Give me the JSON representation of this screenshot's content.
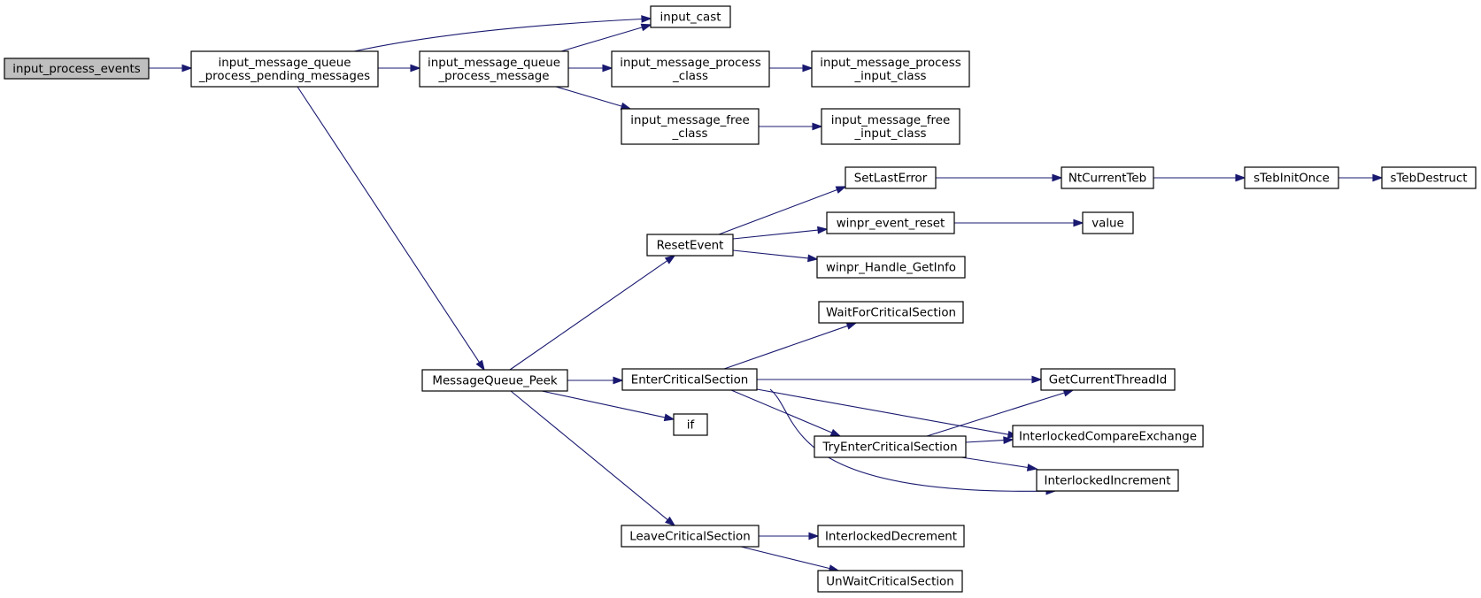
{
  "colors": {
    "edge": "#191970",
    "root_fill": "#bfbfbf",
    "node_fill": "#ffffff",
    "border": "#000000"
  },
  "nodes": [
    {
      "id": "input_process_events",
      "lines": [
        "input_process_events"
      ],
      "root": true
    },
    {
      "id": "input_message_queue_process_pending_messages",
      "lines": [
        "input_message_queue",
        "_process_pending_messages"
      ]
    },
    {
      "id": "input_cast",
      "lines": [
        "input_cast"
      ]
    },
    {
      "id": "input_message_queue_process_message",
      "lines": [
        "input_message_queue",
        "_process_message"
      ]
    },
    {
      "id": "MessageQueue_Peek",
      "lines": [
        "MessageQueue_Peek"
      ]
    },
    {
      "id": "input_message_process_class",
      "lines": [
        "input_message_process",
        "_class"
      ]
    },
    {
      "id": "input_message_free_class",
      "lines": [
        "input_message_free",
        "_class"
      ]
    },
    {
      "id": "input_message_process_input_class",
      "lines": [
        "input_message_process",
        "_input_class"
      ]
    },
    {
      "id": "input_message_free_input_class",
      "lines": [
        "input_message_free",
        "_input_class"
      ]
    },
    {
      "id": "ResetEvent",
      "lines": [
        "ResetEvent"
      ]
    },
    {
      "id": "EnterCriticalSection",
      "lines": [
        "EnterCriticalSection"
      ]
    },
    {
      "id": "if",
      "lines": [
        "if"
      ]
    },
    {
      "id": "LeaveCriticalSection",
      "lines": [
        "LeaveCriticalSection"
      ]
    },
    {
      "id": "SetLastError",
      "lines": [
        "SetLastError"
      ]
    },
    {
      "id": "winpr_event_reset",
      "lines": [
        "winpr_event_reset"
      ]
    },
    {
      "id": "winpr_Handle_GetInfo",
      "lines": [
        "winpr_Handle_GetInfo"
      ]
    },
    {
      "id": "NtCurrentTeb",
      "lines": [
        "NtCurrentTeb"
      ]
    },
    {
      "id": "sTebInitOnce",
      "lines": [
        "sTebInitOnce"
      ]
    },
    {
      "id": "sTebDestruct",
      "lines": [
        "sTebDestruct"
      ]
    },
    {
      "id": "value",
      "lines": [
        "value"
      ]
    },
    {
      "id": "WaitForCriticalSection",
      "lines": [
        "WaitForCriticalSection"
      ]
    },
    {
      "id": "GetCurrentThreadId",
      "lines": [
        "GetCurrentThreadId"
      ]
    },
    {
      "id": "InterlockedCompareExchange",
      "lines": [
        "InterlockedCompareExchange"
      ]
    },
    {
      "id": "TryEnterCriticalSection",
      "lines": [
        "TryEnterCriticalSection"
      ]
    },
    {
      "id": "InterlockedIncrement",
      "lines": [
        "InterlockedIncrement"
      ]
    },
    {
      "id": "InterlockedDecrement",
      "lines": [
        "InterlockedDecrement"
      ]
    },
    {
      "id": "UnWaitCriticalSection",
      "lines": [
        "UnWaitCriticalSection"
      ]
    }
  ],
  "edges": [
    {
      "from": "input_process_events",
      "to": "input_message_queue_process_pending_messages"
    },
    {
      "from": "input_message_queue_process_pending_messages",
      "to": "input_cast"
    },
    {
      "from": "input_message_queue_process_pending_messages",
      "to": "input_message_queue_process_message"
    },
    {
      "from": "input_message_queue_process_pending_messages",
      "to": "MessageQueue_Peek"
    },
    {
      "from": "input_message_queue_process_message",
      "to": "input_cast"
    },
    {
      "from": "input_message_queue_process_message",
      "to": "input_message_process_class"
    },
    {
      "from": "input_message_queue_process_message",
      "to": "input_message_free_class"
    },
    {
      "from": "input_message_process_class",
      "to": "input_message_process_input_class"
    },
    {
      "from": "input_message_free_class",
      "to": "input_message_free_input_class"
    },
    {
      "from": "MessageQueue_Peek",
      "to": "ResetEvent"
    },
    {
      "from": "MessageQueue_Peek",
      "to": "EnterCriticalSection"
    },
    {
      "from": "MessageQueue_Peek",
      "to": "if"
    },
    {
      "from": "MessageQueue_Peek",
      "to": "LeaveCriticalSection"
    },
    {
      "from": "ResetEvent",
      "to": "SetLastError"
    },
    {
      "from": "ResetEvent",
      "to": "winpr_event_reset"
    },
    {
      "from": "ResetEvent",
      "to": "winpr_Handle_GetInfo"
    },
    {
      "from": "SetLastError",
      "to": "NtCurrentTeb"
    },
    {
      "from": "NtCurrentTeb",
      "to": "sTebInitOnce"
    },
    {
      "from": "sTebInitOnce",
      "to": "sTebDestruct"
    },
    {
      "from": "winpr_event_reset",
      "to": "value"
    },
    {
      "from": "EnterCriticalSection",
      "to": "WaitForCriticalSection"
    },
    {
      "from": "EnterCriticalSection",
      "to": "GetCurrentThreadId"
    },
    {
      "from": "EnterCriticalSection",
      "to": "InterlockedCompareExchange"
    },
    {
      "from": "EnterCriticalSection",
      "to": "TryEnterCriticalSection"
    },
    {
      "from": "EnterCriticalSection",
      "to": "InterlockedIncrement"
    },
    {
      "from": "TryEnterCriticalSection",
      "to": "GetCurrentThreadId"
    },
    {
      "from": "TryEnterCriticalSection",
      "to": "InterlockedCompareExchange"
    },
    {
      "from": "TryEnterCriticalSection",
      "to": "InterlockedIncrement"
    },
    {
      "from": "LeaveCriticalSection",
      "to": "InterlockedDecrement"
    },
    {
      "from": "LeaveCriticalSection",
      "to": "UnWaitCriticalSection"
    }
  ]
}
